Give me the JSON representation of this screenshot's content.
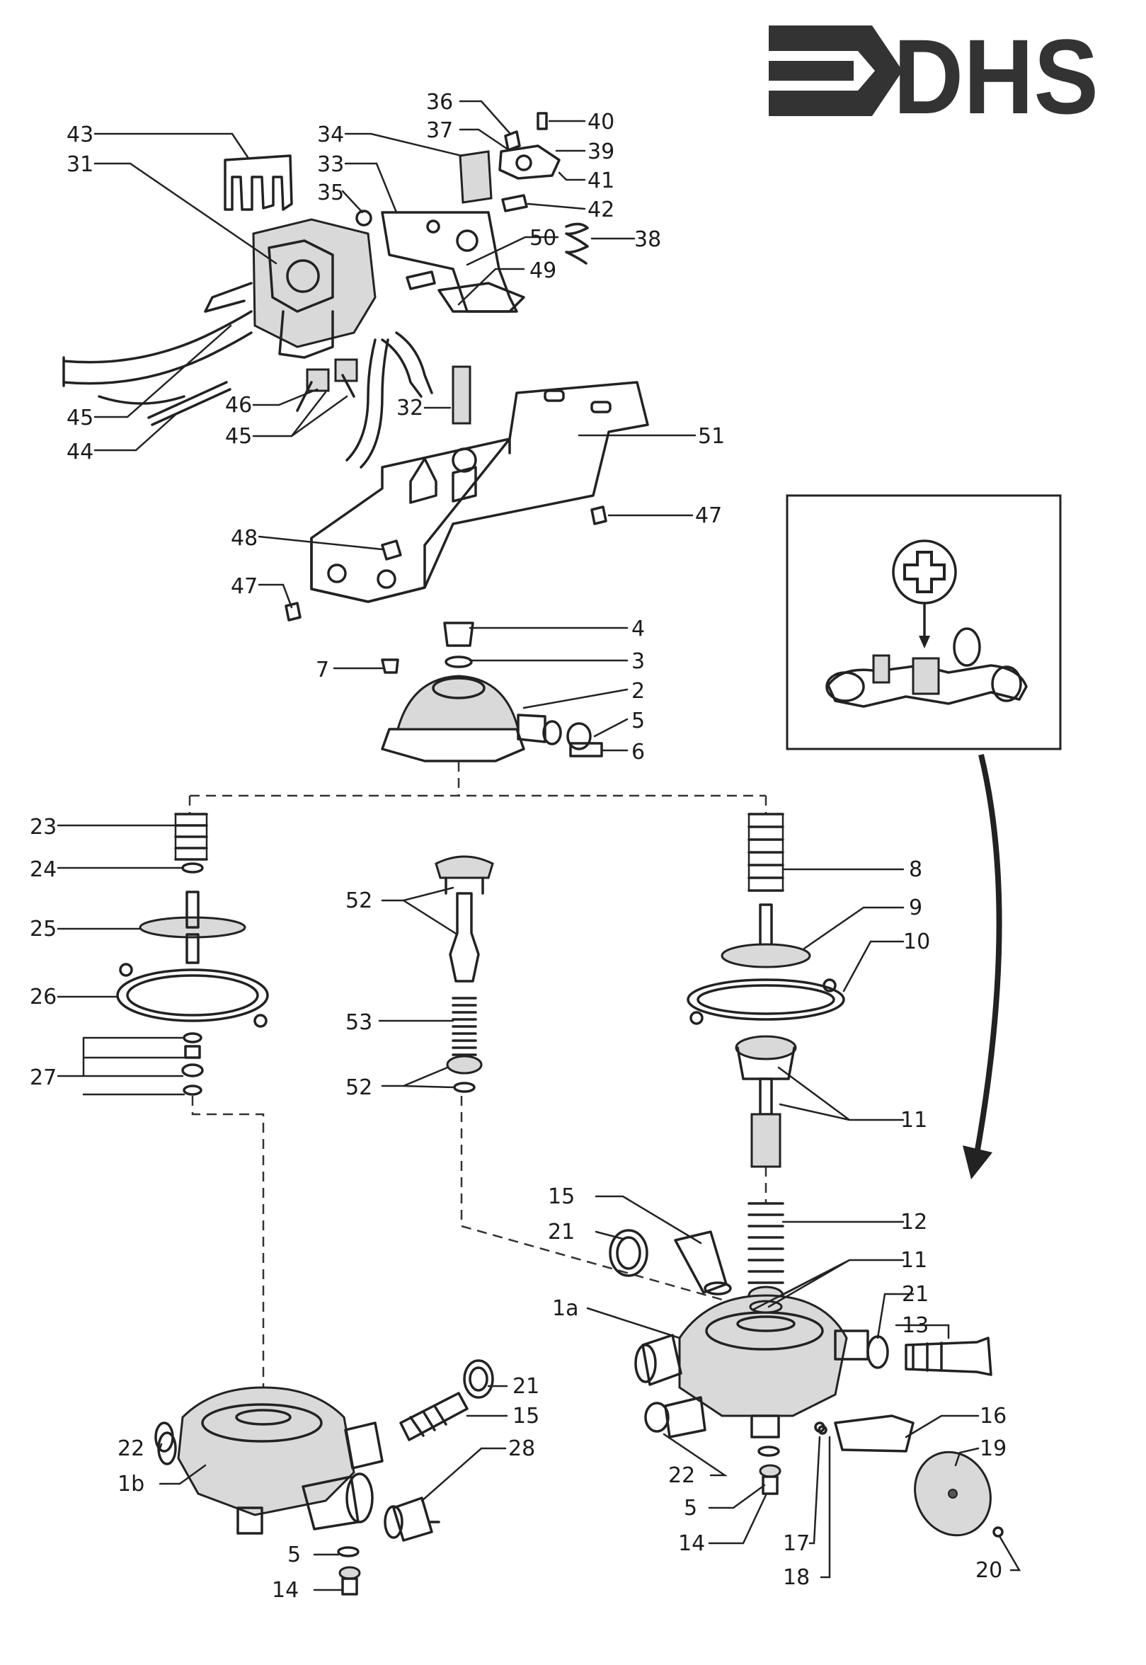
{
  "logo": {
    "text": "DHS"
  },
  "labels": {
    "l43": "43",
    "l31": "31",
    "l34": "34",
    "l33": "33",
    "l35": "35",
    "l36": "36",
    "l37": "37",
    "l40": "40",
    "l39": "39",
    "l41": "41",
    "l42": "42",
    "l50": "50",
    "l38": "38",
    "l49": "49",
    "l45a": "45",
    "l44": "44",
    "l46": "46",
    "l45b": "45",
    "l32": "32",
    "l51": "51",
    "l47a": "47",
    "l48": "48",
    "l47b": "47",
    "l4": "4",
    "l7": "7",
    "l3": "3",
    "l2": "2",
    "l5a": "5",
    "l6": "6",
    "l23": "23",
    "l24": "24",
    "l25": "25",
    "l26": "26",
    "l27": "27",
    "l52a": "52",
    "l53": "53",
    "l52b": "52",
    "l8": "8",
    "l9": "9",
    "l10": "10",
    "l11a": "11",
    "l15a": "15",
    "l21a": "21",
    "l12": "12",
    "l11b": "11",
    "l1a": "1a",
    "l21b": "21",
    "l13": "13",
    "l16": "16",
    "l19": "19",
    "l22a": "22",
    "l5b": "5",
    "l14a": "14",
    "l17": "17",
    "l18": "18",
    "l20": "20",
    "l21c": "21",
    "l15b": "15",
    "l28": "28",
    "l22b": "22",
    "l1b": "1b",
    "l5c": "5",
    "l14b": "14"
  }
}
